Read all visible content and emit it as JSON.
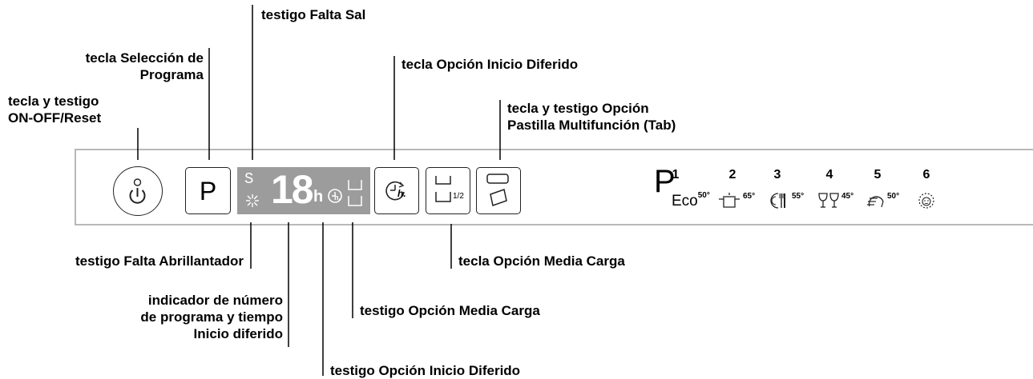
{
  "labels": {
    "on_off": [
      "tecla y testigo",
      "ON-OFF/Reset"
    ],
    "program_select": [
      "tecla Selección de",
      "Programa"
    ],
    "salt": "testigo Falta Sal",
    "delay_start_key": "tecla Opción Inicio Diferido",
    "tab_option": [
      "tecla y testigo Opción",
      "Pastilla Multifunción (Tab)"
    ],
    "rinse_aid": "testigo Falta Abrillantador",
    "program_indicator": [
      "indicador de número",
      "de programa y tiempo",
      "Inicio diferido"
    ],
    "half_load_key": "tecla Opción Media Carga",
    "half_load_light": "testigo Opción Media Carga",
    "delay_start_light": "testigo Opción Inicio Diferido"
  },
  "panel": {
    "program_key": "P",
    "display_digits": "18",
    "display_unit": "h",
    "display_salt": "S",
    "display_clock_text": "h.",
    "delay_key_text": "h.",
    "half_load_text": "1/2"
  },
  "programs": {
    "symbol": "P",
    "items": [
      {
        "number": "1",
        "temp": "50°",
        "name": "Eco",
        "icon": "eco"
      },
      {
        "number": "2",
        "temp": "65°",
        "icon": "pot-icon"
      },
      {
        "number": "3",
        "temp": "55°",
        "icon": "plate-cutlery-icon"
      },
      {
        "number": "4",
        "temp": "45°",
        "icon": "glasses-icon"
      },
      {
        "number": "5",
        "temp": "50°",
        "icon": "quick-wash-icon"
      },
      {
        "number": "6",
        "icon": "soak-icon"
      }
    ]
  }
}
